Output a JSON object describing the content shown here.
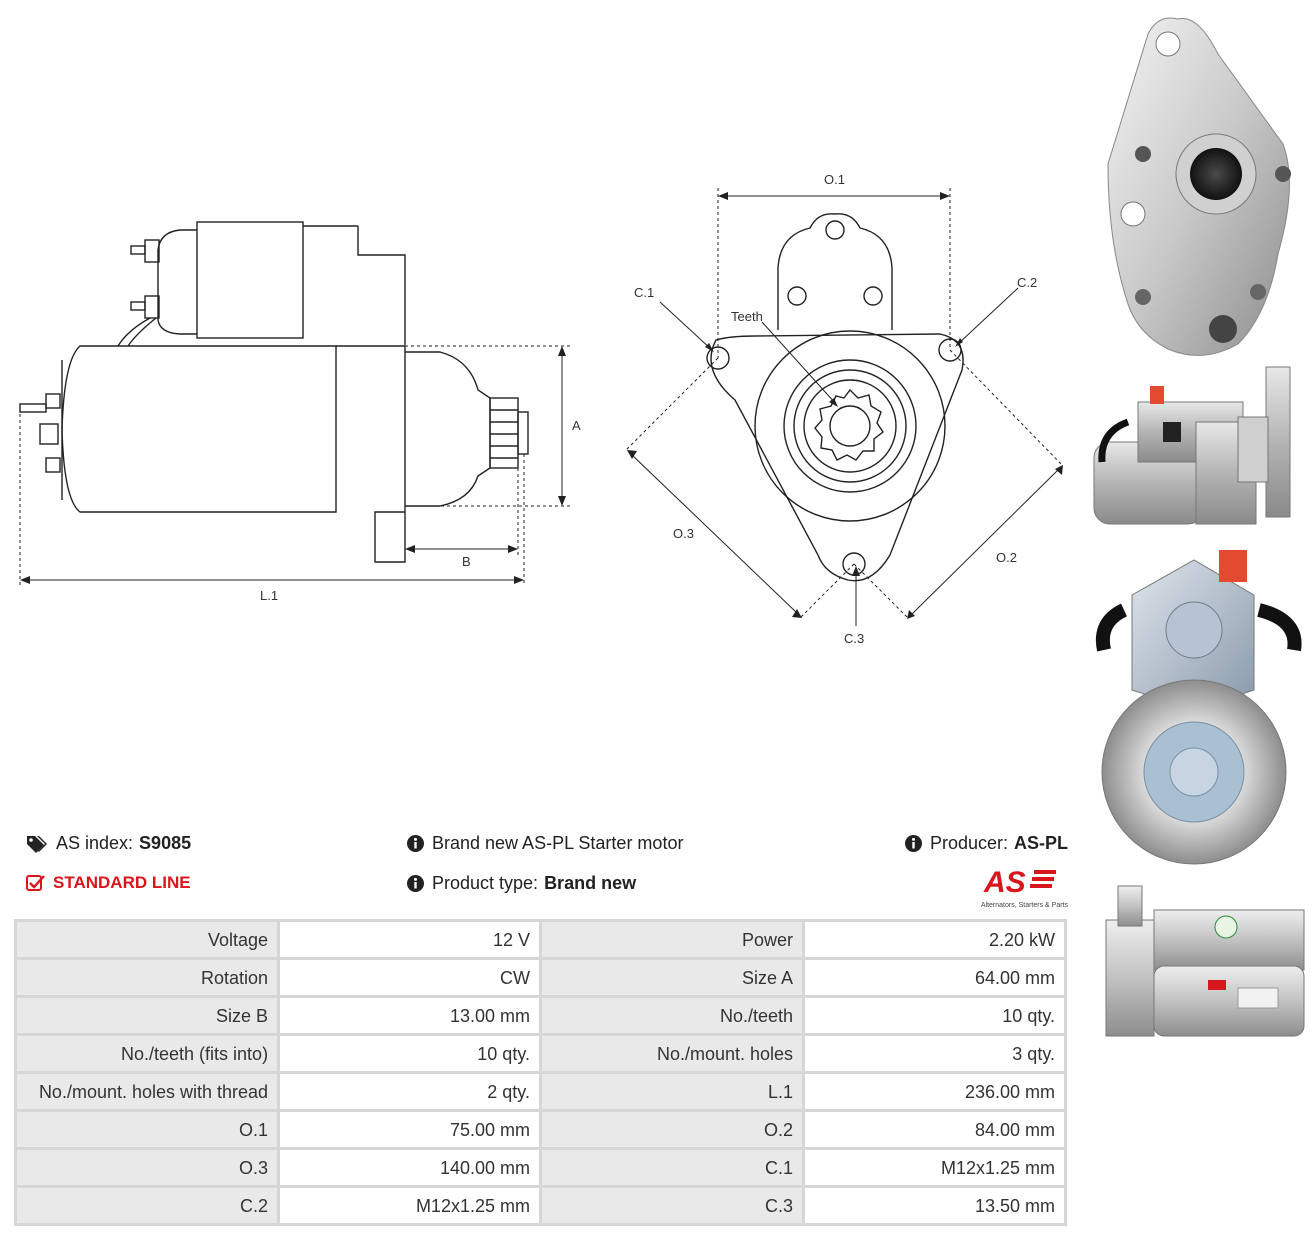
{
  "drawing": {
    "side_labels": {
      "a": "A",
      "b": "B",
      "l1": "L.1"
    },
    "front_labels": {
      "o1": "O.1",
      "o2": "O.2",
      "o3": "O.3",
      "c1": "C.1",
      "c2": "C.2",
      "c3": "C.3",
      "teeth": "Teeth"
    }
  },
  "info": {
    "as_index_label": "AS index:",
    "as_index_value": "S9085",
    "line_label": "STANDARD LINE",
    "description": "Brand new AS-PL Starter motor",
    "product_type_label": "Product type:",
    "product_type_value": "Brand new",
    "producer_label": "Producer:",
    "producer_value": "AS-PL"
  },
  "logo": {
    "mark": "AS",
    "tagline": "Alternators, Starters & Parts"
  },
  "specs": [
    {
      "k1": "Voltage",
      "v1": "12 V",
      "k2": "Power",
      "v2": "2.20 kW"
    },
    {
      "k1": "Rotation",
      "v1": "CW",
      "k2": "Size A",
      "v2": "64.00 mm"
    },
    {
      "k1": "Size B",
      "v1": "13.00 mm",
      "k2": "No./teeth",
      "v2": "10 qty."
    },
    {
      "k1": "No./teeth (fits into)",
      "v1": "10 qty.",
      "k2": "No./mount. holes",
      "v2": "3 qty."
    },
    {
      "k1": "No./mount. holes with thread",
      "v1": "2 qty.",
      "k2": "L.1",
      "v2": "236.00 mm"
    },
    {
      "k1": "O.1",
      "v1": "75.00 mm",
      "k2": "O.2",
      "v2": "84.00 mm"
    },
    {
      "k1": "O.3",
      "v1": "140.00 mm",
      "k2": "C.1",
      "v2": "M12x1.25 mm"
    },
    {
      "k1": "C.2",
      "v1": "M12x1.25 mm",
      "k2": "C.3",
      "v2": "13.50 mm"
    }
  ],
  "colors": {
    "accent_red": "#d8161d",
    "table_border": "#d6d6d6",
    "key_bg": "#e9e9e9"
  }
}
